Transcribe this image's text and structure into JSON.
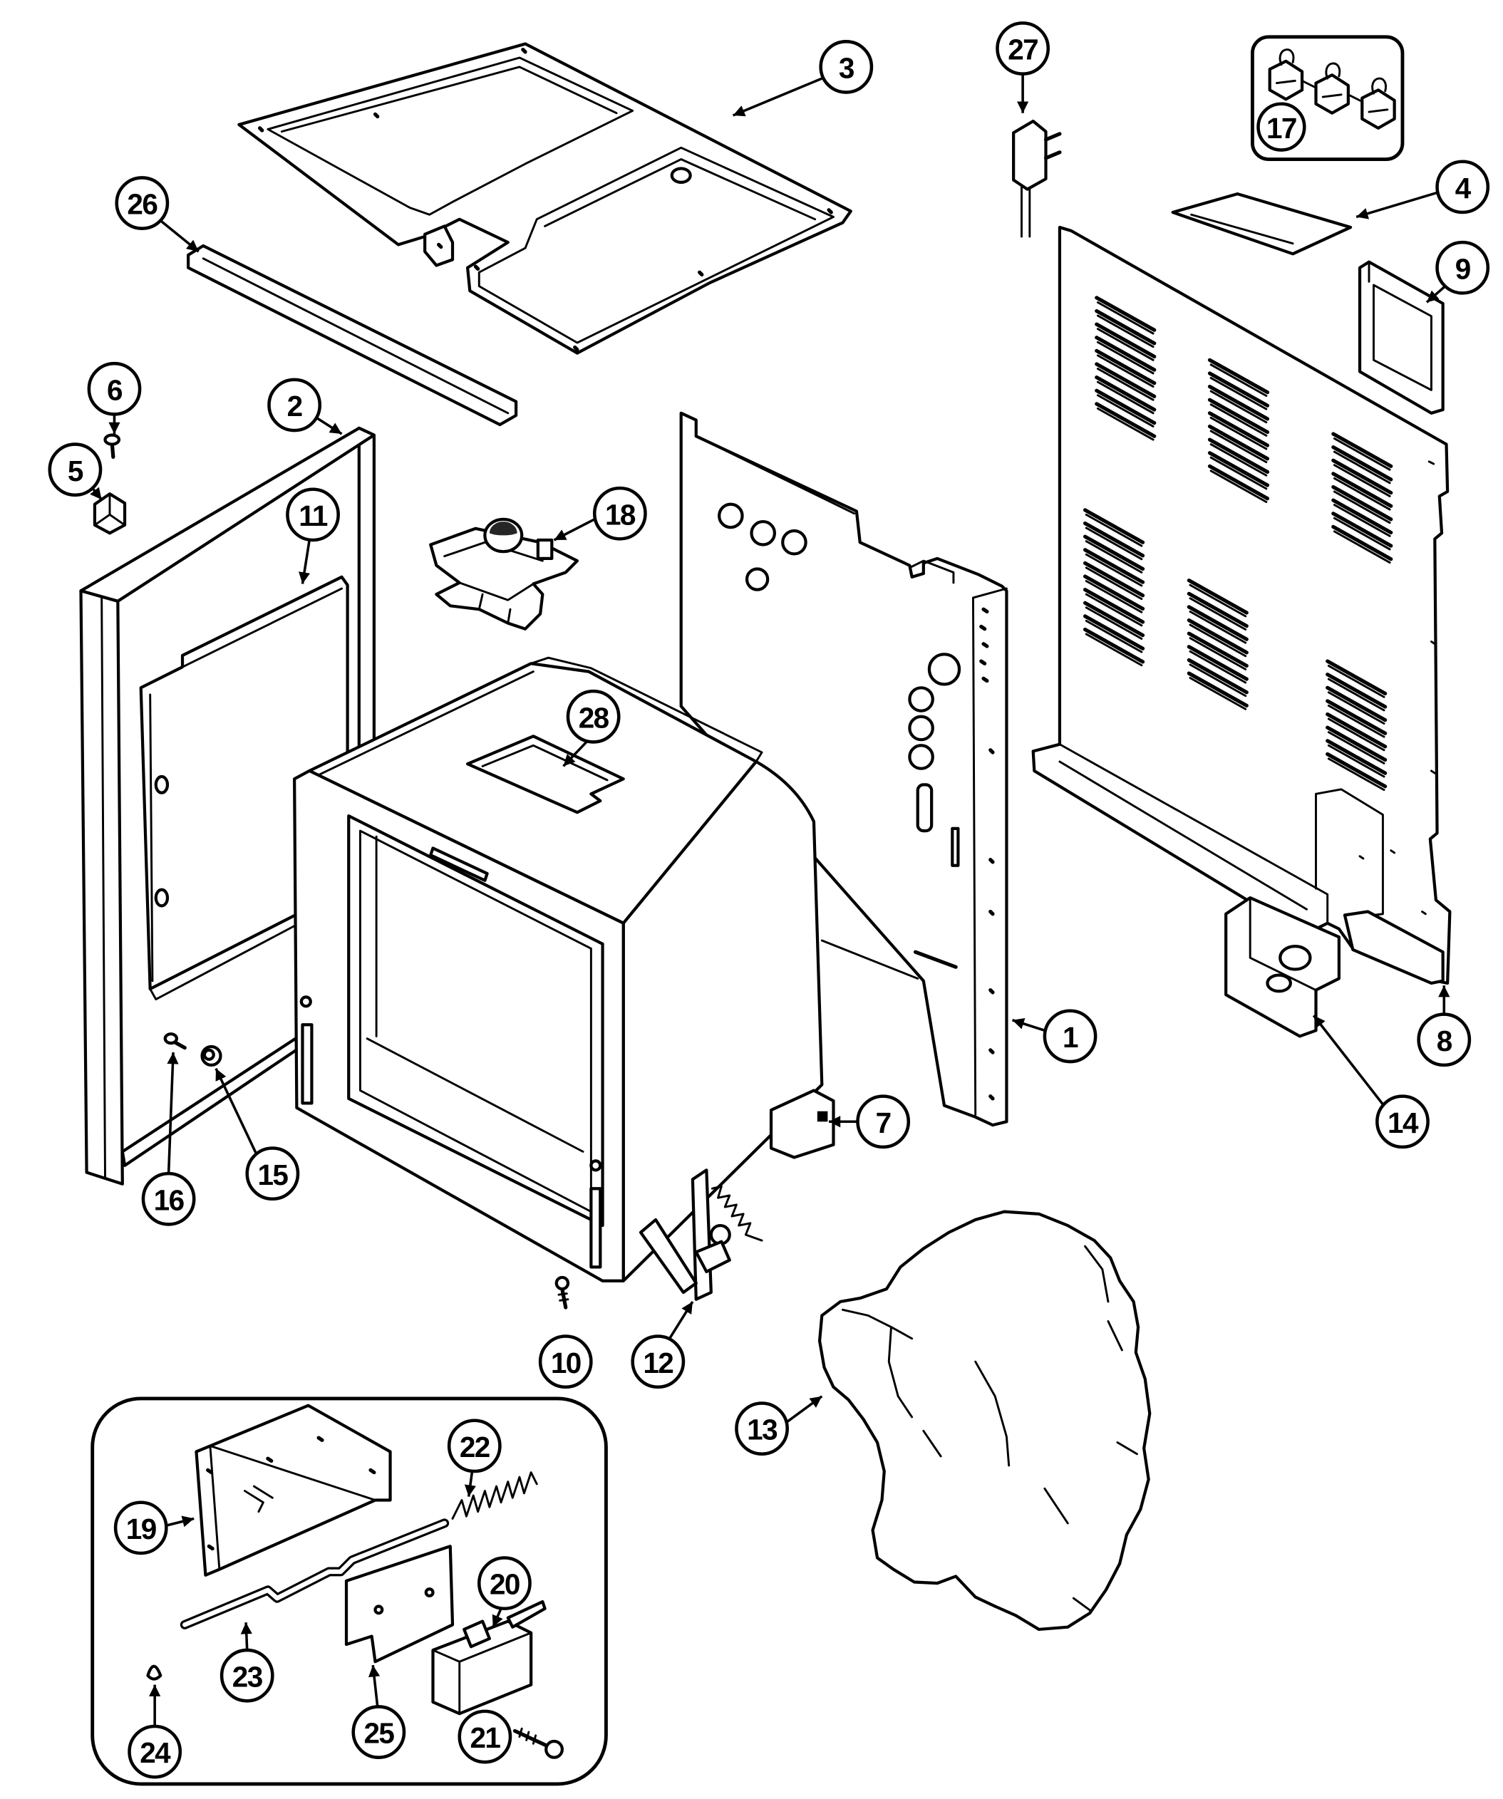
{
  "colors": {
    "line": "#000000",
    "background": "#ffffff"
  },
  "callouts": [
    "1",
    "2",
    "3",
    "4",
    "5",
    "6",
    "7",
    "8",
    "9",
    "10",
    "11",
    "12",
    "13",
    "14",
    "15",
    "16",
    "17",
    "18",
    "19",
    "20",
    "21",
    "22",
    "23",
    "24",
    "25",
    "26",
    "27",
    "28"
  ]
}
